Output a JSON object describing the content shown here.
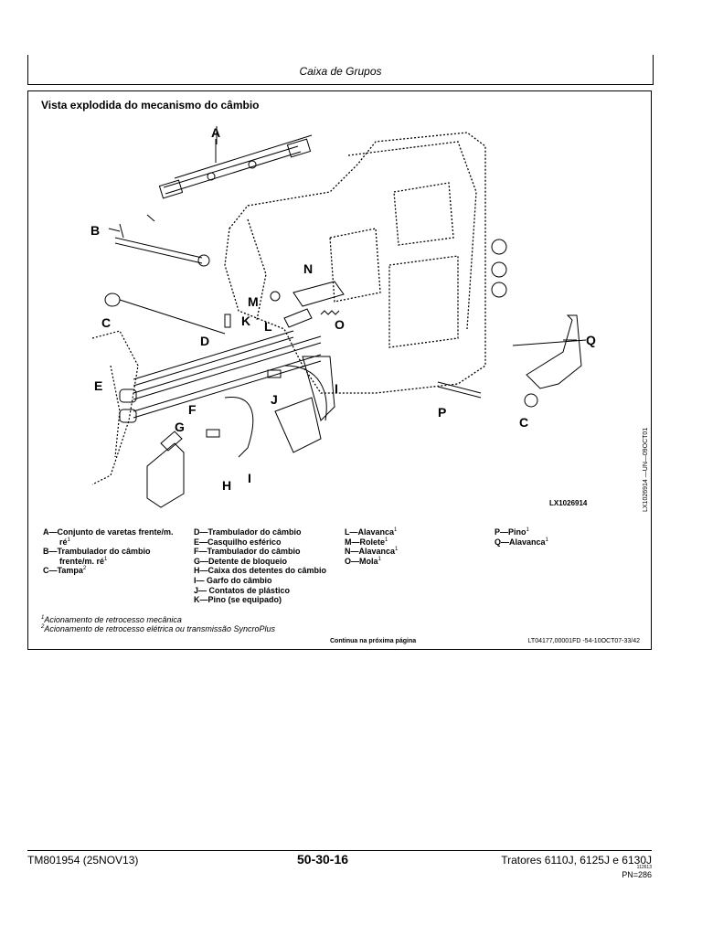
{
  "header": {
    "section_title": "Caixa de Grupos"
  },
  "figure": {
    "title": "Vista explodida do mecanismo do câmbio",
    "image_code": "LX1026914",
    "vertical_code": "LX1026914 —UN—09OCT01",
    "callouts": [
      "A",
      "B",
      "C",
      "D",
      "E",
      "F",
      "G",
      "H",
      "I",
      "J",
      "K",
      "L",
      "M",
      "N",
      "O",
      "P",
      "Q",
      "C",
      "I"
    ]
  },
  "legend": {
    "col1": [
      {
        "key": "A",
        "text": "A—Conjunto de varetas frente/m.",
        "cont": "ré",
        "sup": "1"
      },
      {
        "key": "B",
        "text": "B—Trambulador do câmbio",
        "cont": "frente/m. ré",
        "sup": "1"
      },
      {
        "key": "C",
        "text": "C—Tampa",
        "sup": "2"
      }
    ],
    "col2": [
      {
        "key": "D",
        "text": "D—Trambulador do câmbio"
      },
      {
        "key": "E",
        "text": "E—Casquilho esférico"
      },
      {
        "key": "F",
        "text": "F—Trambulador do câmbio"
      },
      {
        "key": "G",
        "text": "G—Detente de bloqueio"
      },
      {
        "key": "H",
        "text": "H—Caixa dos detentes do câmbio"
      },
      {
        "key": "I",
        "text": "I— Garfo do câmbio"
      },
      {
        "key": "J",
        "text": "J— Contatos de plástico"
      },
      {
        "key": "K",
        "text": "K—Pino (se equipado)"
      }
    ],
    "col3": [
      {
        "key": "L",
        "text": "L—Alavanca",
        "sup": "1"
      },
      {
        "key": "M",
        "text": "M—Rolete",
        "sup": "1"
      },
      {
        "key": "N",
        "text": "N—Alavanca",
        "sup": "1"
      },
      {
        "key": "O",
        "text": "O—Mola",
        "sup": "1"
      }
    ],
    "col4": [
      {
        "key": "P",
        "text": "P—Pino",
        "sup": "1"
      },
      {
        "key": "Q",
        "text": "Q—Alavanca",
        "sup": "1"
      }
    ]
  },
  "notes": [
    {
      "sup": "1",
      "text": "Acionamento de retrocesso mecânica"
    },
    {
      "sup": "2",
      "text": "Acionamento de retrocesso elétrica ou transmissão SyncroPlus"
    }
  ],
  "continua": "Continua na próxima página",
  "ref_code": "LT04177,00001FD -54-10OCT07-33/42",
  "footer": {
    "manual": "TM801954 (25NOV13)",
    "page": "50-30-16",
    "models": "Tratores 6110J, 6125J e 6130J",
    "small_code": "112613",
    "pn": "PN=286"
  }
}
